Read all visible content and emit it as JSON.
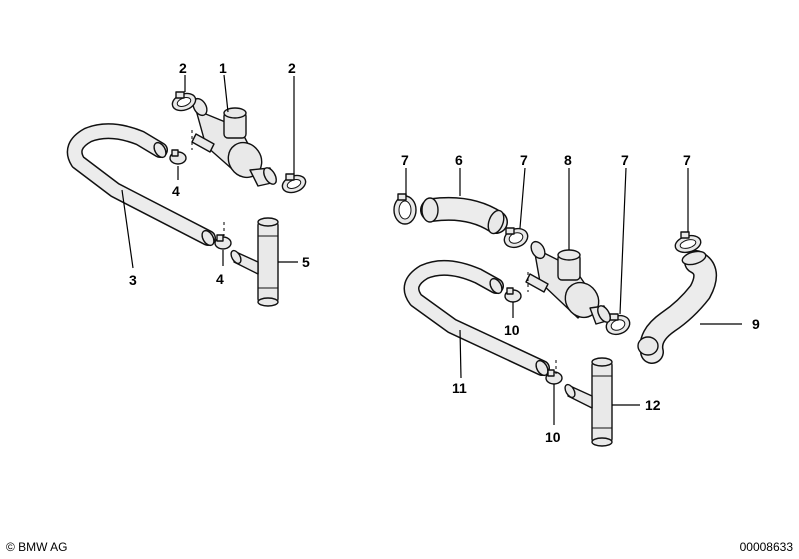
{
  "callouts": {
    "c1": "1",
    "c2a": "2",
    "c2b": "2",
    "c3": "3",
    "c4a": "4",
    "c4b": "4",
    "c5": "5",
    "c6": "6",
    "c7a": "7",
    "c7b": "7",
    "c7c": "7",
    "c7d": "7",
    "c8": "8",
    "c9": "9",
    "c10a": "10",
    "c10b": "10",
    "c11": "11",
    "c12": "12"
  },
  "footer": {
    "copyright": "© BMW AG",
    "doc_number": "00008633"
  }
}
